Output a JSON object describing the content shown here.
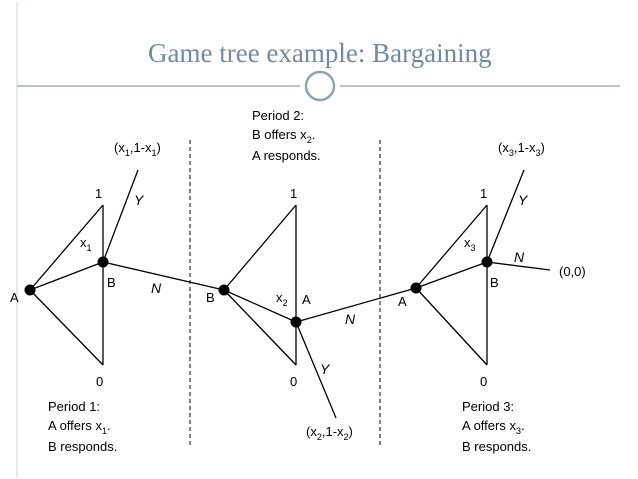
{
  "title": "Game tree example: Bargaining",
  "colors": {
    "title": "#6f8ba3",
    "ink": "#000000",
    "frame_line": "#8ea3b4",
    "frame_accent": "#c9d4dd"
  },
  "periods": {
    "p1": {
      "line1": "Period 1:",
      "line2a": "A offers x",
      "line2sub": "1",
      "line2b": ".",
      "line3": "B responds."
    },
    "p2": {
      "line1": "Period 2:",
      "line2a": "B offers x",
      "line2sub": "2",
      "line2b": ".",
      "line3": "A responds."
    },
    "p3": {
      "line1": "Period 3:",
      "line2a": "A offers x",
      "line2sub": "3",
      "line2b": ".",
      "line3": "B responds."
    }
  },
  "nodes": {
    "A": "A",
    "B": "B"
  },
  "branch_labels": {
    "one": "1",
    "zero": "0",
    "yes": "Y",
    "no": "N"
  },
  "offers": {
    "x1": {
      "main": "x",
      "sub": "1"
    },
    "x2": {
      "main": "x",
      "sub": "2"
    },
    "x3": {
      "main": "x",
      "sub": "3"
    }
  },
  "payoffs": {
    "p1": {
      "open": "(x",
      "s1": "1",
      "mid": ",1-x",
      "s2": "1",
      "close": ")"
    },
    "p2": {
      "open": "(x",
      "s1": "2",
      "mid": ",1-x",
      "s2": "2",
      "close": ")"
    },
    "p3": {
      "open": "(x",
      "s1": "3",
      "mid": ",1-x",
      "s2": "3",
      "close": ")"
    },
    "final": "(0,0)"
  }
}
